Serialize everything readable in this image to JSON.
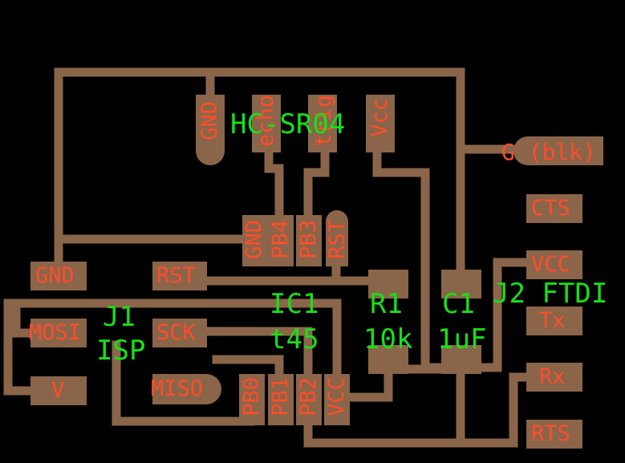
{
  "colors": {
    "background": "#000000",
    "copper": "#8a6549",
    "pad_label": "#ff4d2d",
    "part_label": "#18e018"
  },
  "pads": {
    "sensor_gnd": "GND",
    "sensor_echo": "echo",
    "sensor_trig": "trig",
    "sensor_vcc": "Vcc",
    "ftdi_g": "G (blk)",
    "ftdi_cts": "CTS",
    "ftdi_vcc": "VCC",
    "ftdi_tx": "Tx",
    "ftdi_rx": "Rx",
    "ftdi_rts": "RTS",
    "isp_gnd": "GND",
    "isp_rst": "RST",
    "isp_mosi": "MOSI",
    "isp_sck": "SCK",
    "isp_v": "V",
    "isp_miso": "MISO",
    "ic_gnd": "GND",
    "ic_pb4": "PB4",
    "ic_pb3": "PB3",
    "ic_rst": "RST",
    "ic_pb0": "PB0",
    "ic_pb1": "PB1",
    "ic_pb2": "PB2",
    "ic_vcc": "VCC"
  },
  "parts": {
    "sensor": "HC-SR04",
    "ftdi": "J2 FTDI",
    "isp_ref": "J1",
    "isp_name": "ISP",
    "ic_ref": "IC1",
    "ic_value": "t45",
    "r1_ref": "R1",
    "r1_value": "10k",
    "c1_ref": "C1",
    "c1_value": "1uF"
  }
}
